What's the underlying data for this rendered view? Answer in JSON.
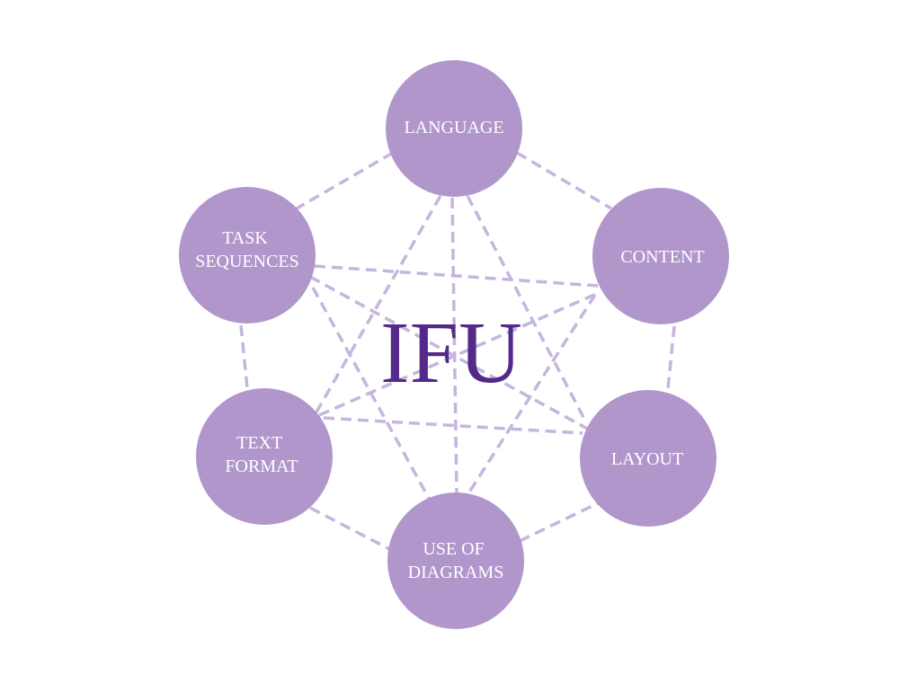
{
  "center": {
    "label": "IFU"
  },
  "nodes": [
    {
      "id": "language",
      "lines": [
        "LANGUAGE"
      ]
    },
    {
      "id": "content",
      "lines": [
        "CONTENT"
      ]
    },
    {
      "id": "layout",
      "lines": [
        "LAYOUT"
      ]
    },
    {
      "id": "diagrams",
      "lines": [
        "USE OF",
        "DIAGRAMS"
      ]
    },
    {
      "id": "text-format",
      "lines": [
        "TEXT",
        "FORMAT"
      ]
    },
    {
      "id": "task-sequences",
      "lines": [
        "TASK",
        "SEQUENCES"
      ]
    }
  ],
  "colors": {
    "node_fill": "#b096cb",
    "edge": "#c6b5dd",
    "center_text": "#55298a",
    "node_text": "#ffffff"
  }
}
